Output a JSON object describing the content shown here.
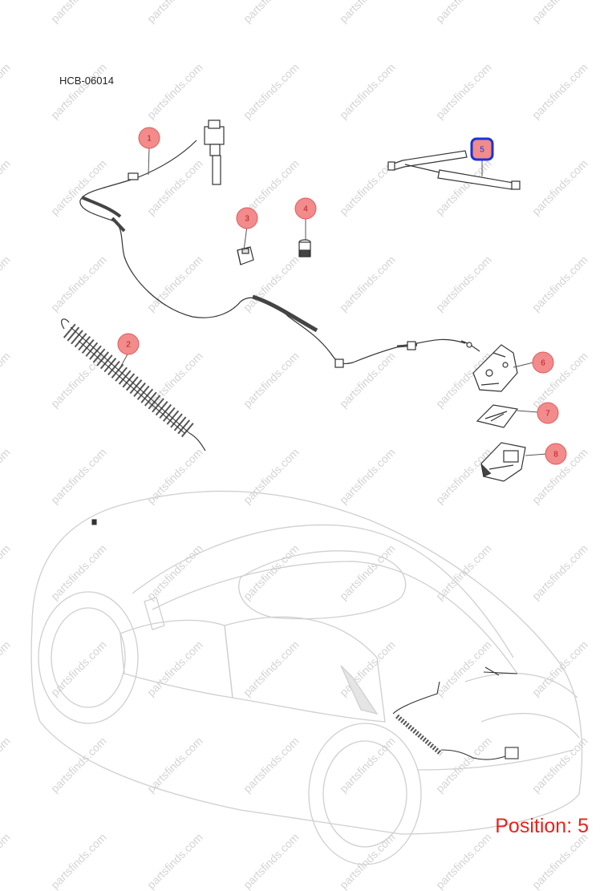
{
  "diagram_code": "HCB-06014",
  "position_label": "Position: 5",
  "watermark": "partsfinds.com",
  "colors": {
    "marker_fill": "#f28b8b",
    "marker_stroke": "#e05a5a",
    "selected_stroke": "#1a33d6",
    "position_text": "#e8231c"
  },
  "markers": [
    {
      "number": "1",
      "selected": false
    },
    {
      "number": "2",
      "selected": false
    },
    {
      "number": "3",
      "selected": false
    },
    {
      "number": "4",
      "selected": false
    },
    {
      "number": "5",
      "selected": true
    },
    {
      "number": "6",
      "selected": false
    },
    {
      "number": "7",
      "selected": false
    },
    {
      "number": "8",
      "selected": false
    }
  ]
}
